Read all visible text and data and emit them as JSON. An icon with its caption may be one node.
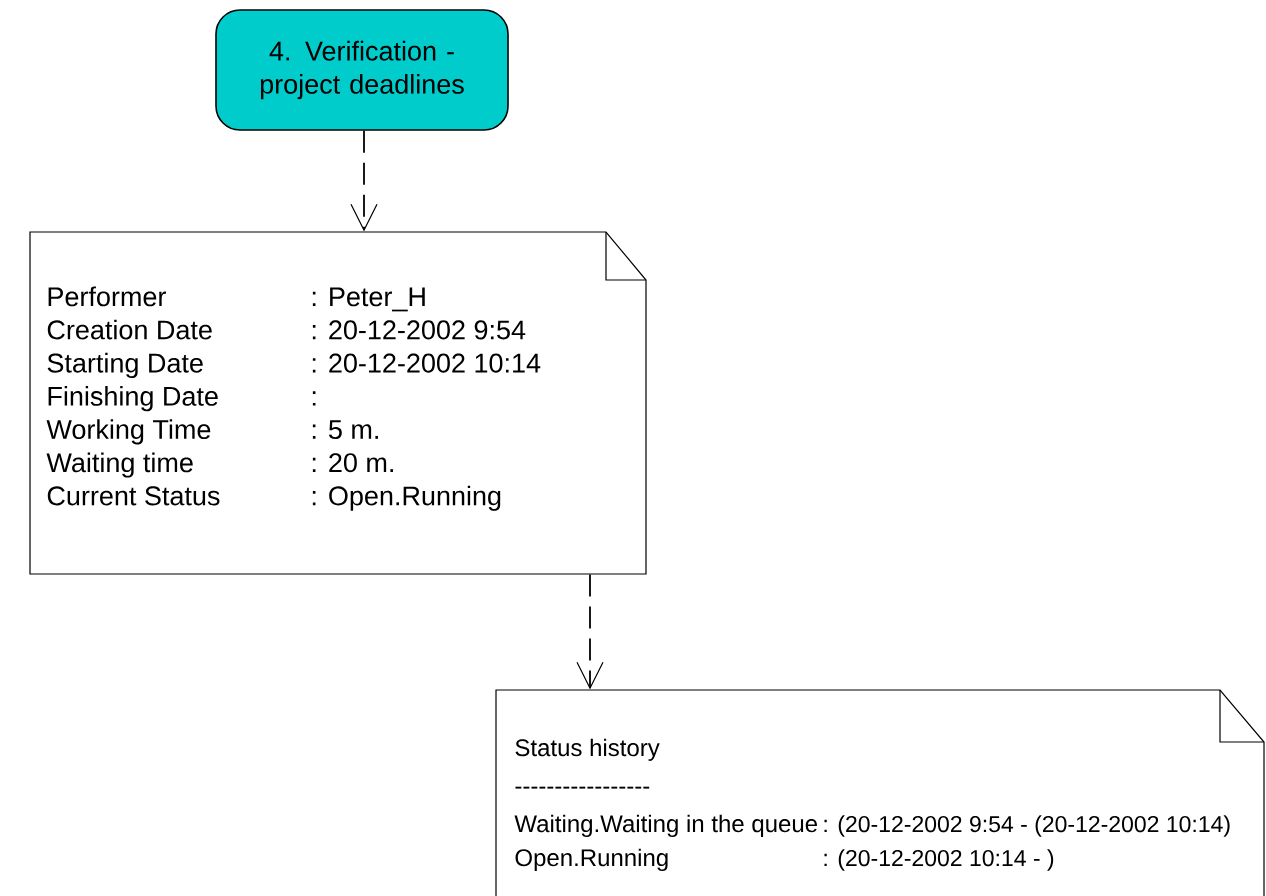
{
  "diagram": {
    "nodes": [
      {
        "text": [
          "4. Verification - project deadlines"
        ]
      },
      {
        "text": [
          "Performer",
          ": Peter_H",
          "Creation Date",
          ": 20-12-2002   9:54",
          "Starting Date",
          ":  20-12-2002  10:14",
          "Finishing Date",
          ":",
          "Working Time",
          ":   5 m.",
          "Waiting time",
          ": 20 m.",
          "Current Status",
          ": Open.Running"
        ]
      },
      {
        "text": [
          "Status history",
          "-----------------",
          "Waiting.Waiting in the queue",
          ": (20-12-2002   9:54 - (20-12-2002 10:14)",
          "Open.Running",
          ": (20-12-2002 10:14 - )"
        ]
      }
    ],
    "edges": [
      {
        "from": 0,
        "to": 1,
        "arrow": "to",
        "style": "dashed"
      },
      {
        "from": 1,
        "to": 2,
        "arrow": "to",
        "style": "dashed"
      }
    ]
  }
}
